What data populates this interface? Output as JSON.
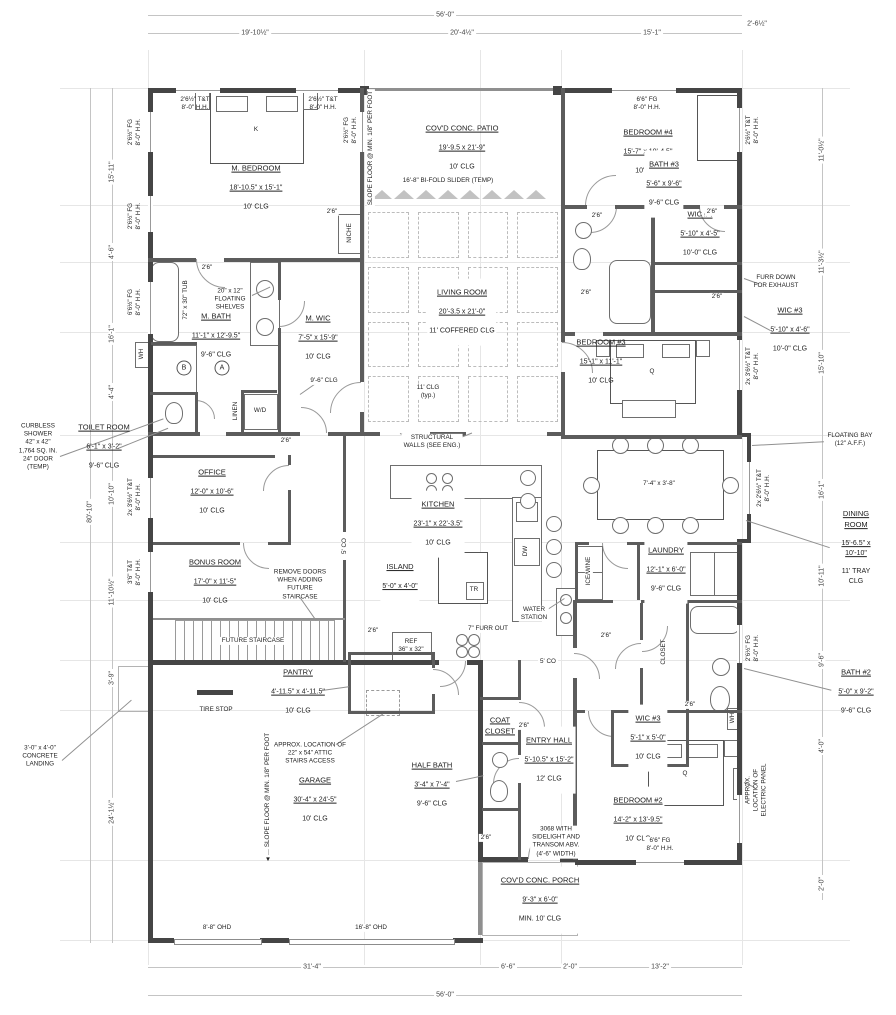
{
  "rooms": {
    "m_bedroom": {
      "name": "M. BEDROOM",
      "dims": "18'-10.5\" x 15'-1\"",
      "clg": "10' CLG"
    },
    "patio": {
      "name": "COV'D CONC. PATIO",
      "dims": "19'-9.5 x 21'-9\"",
      "clg": "10' CLG"
    },
    "bedroom4": {
      "name": "BEDROOM #4",
      "dims": "15'-7\" x 10'-4.5\"",
      "clg": "10' CLG"
    },
    "bath3": {
      "name": "BATH #3",
      "dims": "5'-6\" x 9'-6\"",
      "clg": "9'-6\" CLG"
    },
    "wic4": {
      "name": "WIC #4",
      "dims": "5'-10\" x 4'-5\"",
      "clg": "10'-0\" CLG"
    },
    "wic3_upper": {
      "name": "WIC #3",
      "dims": "5'-10\" x 4'-6\"",
      "clg": "10'-0\" CLG"
    },
    "living": {
      "name": "LIVING ROOM",
      "dims": "20'-3.5 x 21'-0\"",
      "clg": "11' COFFERED CLG"
    },
    "m_bath": {
      "name": "M. BATH",
      "dims": "11'-1\" x 12'-9.5\"",
      "clg": "9'-6\" CLG"
    },
    "m_wic": {
      "name": "M. WIC",
      "dims": "7'-5\" x 15'-9\"",
      "clg": "10' CLG"
    },
    "bedroom3": {
      "name": "BEDROOM #3",
      "dims": "15'-1\" x 11'-1\"",
      "clg": "10' CLG"
    },
    "office": {
      "name": "OFFICE",
      "dims": "12'-0\" x 10'-6\"",
      "clg": "10' CLG"
    },
    "bonus": {
      "name": "BONUS ROOM",
      "dims": "17'-0\" x 11'-5\"",
      "clg": "10' CLG"
    },
    "kitchen": {
      "name": "KITCHEN",
      "dims": "23'-1\" x 22'-3.5\"",
      "clg": "10' CLG"
    },
    "island": {
      "name": "ISLAND",
      "dims": "5'-0\" x 4'-0\""
    },
    "dining": {
      "name": "DINING ROOM",
      "dims": "15'-6.5\" x 10'-10\"",
      "clg": "11' TRAY CLG"
    },
    "laundry": {
      "name": "LAUNDRY",
      "dims": "12'-1\" x 6'-0\"",
      "clg": "9'-6\" CLG"
    },
    "pantry": {
      "name": "PANTRY",
      "dims": "4'-11.5\" x 4'-11.5\"",
      "clg": "10' CLG"
    },
    "garage": {
      "name": "GARAGE",
      "dims": "30'-4\" x 24'-5\"",
      "clg": "10' CLG"
    },
    "half_bath": {
      "name": "HALF BATH",
      "dims": "3'-4\" x 7'-4\"",
      "clg": "9'-6\" CLG"
    },
    "entry": {
      "name": "ENTRY HALL",
      "dims": "5'-10.5\" x 15'-2\"",
      "clg": "12' CLG"
    },
    "wic3_lower": {
      "name": "WIC #3",
      "dims": "5'-1\" x 5'-0\"",
      "clg": "10' CLG"
    },
    "bedroom2": {
      "name": "BEDROOM #2",
      "dims": "14'-2\" x 13'-9.5\"",
      "clg": "10' CLG"
    },
    "bath2": {
      "name": "BATH #2",
      "dims": "5'-0\" x 9'-2\"",
      "clg": "9'-6\" CLG"
    },
    "toilet_room": {
      "name": "TOILET ROOM",
      "dims": "6'-1\" x 3'-2\"",
      "clg": "9'-6\" CLG"
    },
    "porch": {
      "name": "COV'D CONC. PORCH",
      "dims": "9'-3\" x 6'-0\"",
      "clg": "MIN. 10' CLG"
    },
    "coat": {
      "name": "COAT\nCLOSET"
    },
    "closet": {
      "name": "CLOSET"
    },
    "future_stair": {
      "name": "FUTURE STAIRCASE"
    },
    "niche": {
      "name": "NICHE"
    },
    "linen": {
      "name": "LINEN"
    },
    "table": {
      "dims": "7'-4\" x 3'-8\""
    }
  },
  "notes": {
    "curbless": "CURBLESS\nSHOWER\n42\" x 42\"\n1,764 SQ. IN.\n24\" DOOR\n(TEMP)",
    "shelves": "20\" x 12\"\nFLOATING\nSHELVES",
    "tub": "72\" x 30\" TUB",
    "structural": "STRUCTURAL\nWALLS (SEE ENG.)",
    "remove_doors": "REMOVE DOORS\nWHEN ADDING\nFUTURE\nSTAIRCASE",
    "bifold": "16'-8\" BI-FOLD SLIDER (TEMP)",
    "slope": "SLOPE FLOOR @ MIN. 1/8\" PER FOOT",
    "furr_down": "FURR DOWN\nFOR EXHAUST",
    "floating_bay": "FLOATING BAY\n(12\" A.F.F.)",
    "water_station": "WATER\nSTATION",
    "furr_out": "7\" FURR OUT",
    "tire_stop": "TIRE STOP",
    "attic": "APPROX. LOCATION OF\n22\" x 54\" ATTIC\nSTAIRS ACCESS",
    "landing": "3'-0\" x 4'-0\"\nCONCRETE\nLANDING",
    "panel": "APPROX.\nLOCATION OF\nELECTRIC PANEL",
    "front_door": "3068 WITH\nSIDELIGHT AND\nTRANSOM ABV.\n(4'-6\" WIDTH)",
    "ohd_small": "8'-8\" OHD",
    "ohd_large": "16'-8\" OHD",
    "clg_96": "9'-6\" CLG",
    "clg_typ": "11' CLG\n(typ.)",
    "co5": "5' CO",
    "ref": "REF\n36\" x 32\"",
    "wd": "W/D",
    "dw": "DW",
    "tr": "TR",
    "wh": "WH",
    "ice_wine": "ICE/WINE",
    "bed_k": "K",
    "bed_q": "Q",
    "key_a": "A",
    "key_b": "B",
    "arrow_down": "▼"
  },
  "wc": {
    "tt": "2'6½\" T&T\n8'-0\" H.H.",
    "fg": "2'6½\" FG\n8'-0\" H.H.",
    "fg66": "6'6\" FG\n8'-0\" H.H.",
    "fg665": "6'6½\" FG\n8'-0\" H.H.",
    "tt2x36": "2x 3'6½\" T&T\n8'-0\" H.H.",
    "tt2x26": "2x 2'6½\" T&T\n8'-0\" H.H.",
    "tt36": "3'6\" T&T\n8'-0\" H.H."
  },
  "dc": {
    "d": "2'6\""
  },
  "dims": {
    "top": {
      "overall": "56'-0\"",
      "s1": "19'-10½\"",
      "s2": "20'-4½\"",
      "s3": "15'-1\"",
      "corner": "2'-6½\""
    },
    "bottom": {
      "overall": "56'-0\"",
      "s1": "31'-4\"",
      "s2": "6'-6\"",
      "s3": "2'-0\"",
      "s4": "13'-2\""
    },
    "left": {
      "overall": "80'-10\"",
      "s1": "15'-11\"",
      "s2": "4'-6\"",
      "s3": "16'-1\"",
      "s4": "4'-4\"",
      "s5": "10'-10\"",
      "s6": "11'-10½\"",
      "s7": "24'-1½\"",
      "s8": "3'-9\""
    },
    "right": {
      "s1": "11'-0½\"",
      "s2": "11'-3½\"",
      "s3": "15'-10\"",
      "s4": "16'-1\"",
      "s5": "10'-11\"",
      "s6": "9'-6\"",
      "s7": "4'-0\"",
      "s8": "2'-0\""
    }
  }
}
